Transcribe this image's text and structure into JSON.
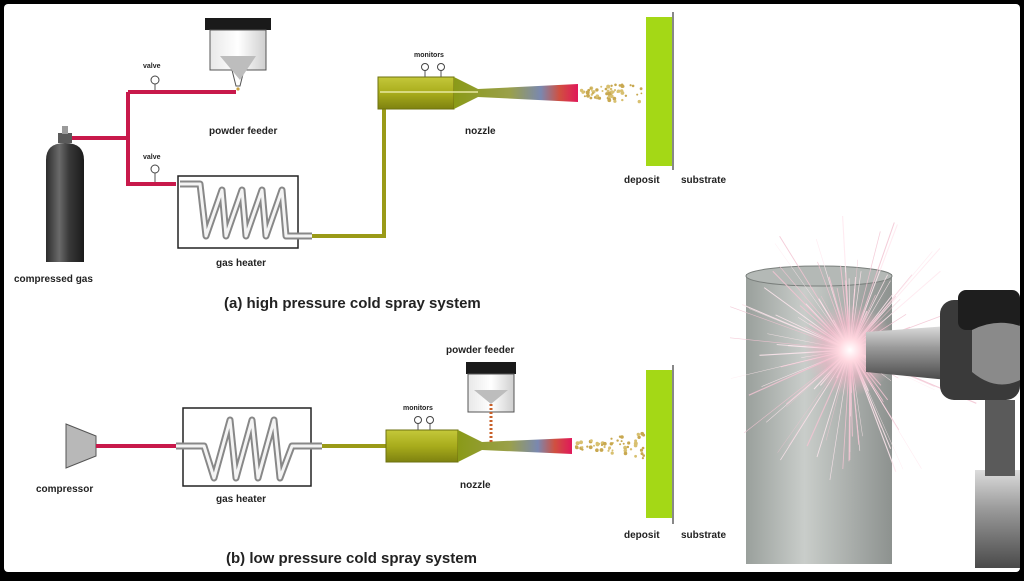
{
  "system_a": {
    "caption": "(a) high pressure cold spray system",
    "compressed_gas": "compressed gas",
    "valve_top": "valve",
    "valve_bottom": "valve",
    "powder_feeder": "powder feeder",
    "monitors": "monitors",
    "nozzle": "nozzle",
    "gas_heater": "gas heater",
    "deposit": "deposit",
    "substrate": "substrate"
  },
  "system_b": {
    "caption": "(b) low pressure cold spray system",
    "compressor": "compressor",
    "gas_heater": "gas heater",
    "monitors": "monitors",
    "powder_feeder": "powder feeder",
    "nozzle": "nozzle",
    "deposit": "deposit",
    "substrate": "substrate"
  },
  "colors": {
    "gas_line": "#c8194b",
    "heated_line": "#9a9a18",
    "deposit": "#a4d816",
    "frame": "#000000",
    "background": "#ffffff"
  }
}
